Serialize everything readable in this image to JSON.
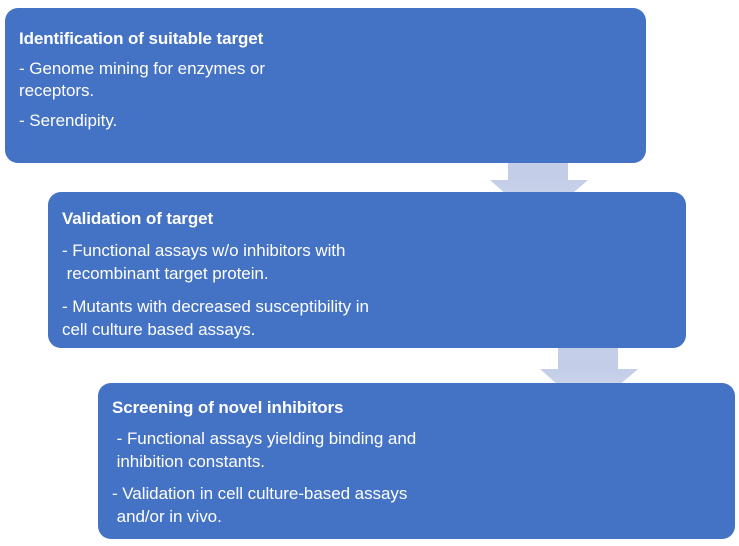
{
  "diagram": {
    "type": "flowchart",
    "orientation": "vertical-cascade",
    "colors": {
      "box_fill": "#4472C4",
      "box_text": "#FFFFFF",
      "arrow_fill": "#C3CDE8",
      "background": "#FFFFFF"
    },
    "steps": [
      {
        "id": "step-1",
        "title": "Identification of suitable target",
        "bullets": [
          "- Genome mining for enzymes or\nreceptors.",
          "- Serendipity."
        ]
      },
      {
        "id": "step-2",
        "title": "Validation of target",
        "bullets": [
          "- Functional assays w/o inhibitors with\n recombinant target protein.",
          "- Mutants with decreased susceptibility in\ncell culture based assays."
        ]
      },
      {
        "id": "step-3",
        "title": "Screening of novel inhibitors",
        "bullets": [
          " - Functional assays yielding binding and\n inhibition constants.",
          "- Validation in cell culture-based assays\n and/or in vivo."
        ]
      }
    ],
    "connectors": [
      {
        "id": "connector-1",
        "from": "step-1",
        "to": "step-2",
        "icon": "down-arrow-icon"
      },
      {
        "id": "connector-2",
        "from": "step-2",
        "to": "step-3",
        "icon": "down-arrow-icon"
      }
    ]
  }
}
